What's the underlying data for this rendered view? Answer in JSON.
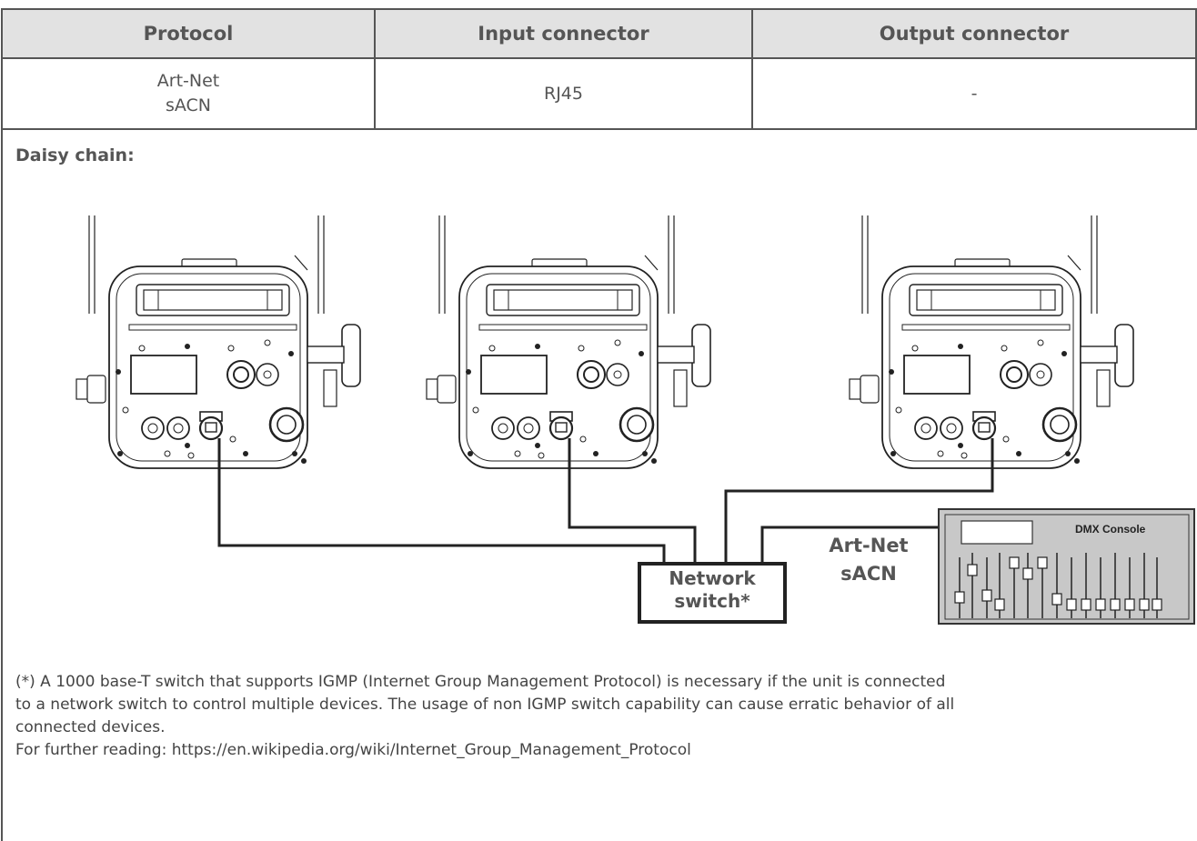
{
  "table": {
    "headers": [
      "Protocol",
      "Input connector",
      "Output connector"
    ],
    "row": {
      "protocol_lines": [
        "Art-Net",
        "sACN"
      ],
      "input": "RJ45",
      "output": "-"
    }
  },
  "diagram": {
    "title": "Daisy chain:",
    "switch_lines": [
      "Network",
      "switch*"
    ],
    "protocol_lines": [
      "Art-Net",
      "sACN"
    ],
    "console_label": "DMX Console"
  },
  "note": {
    "lines": [
      "(*) A 1000 base-T switch that supports IGMP (Internet Group Management Protocol) is necessary if the unit is connected",
      "to a network switch to control multiple devices. The usage of non IGMP switch capability can cause erratic behavior of all",
      "connected devices."
    ],
    "further": "For further reading: https://en.wikipedia.org/wiki/Internet_Group_Management_Protocol"
  }
}
